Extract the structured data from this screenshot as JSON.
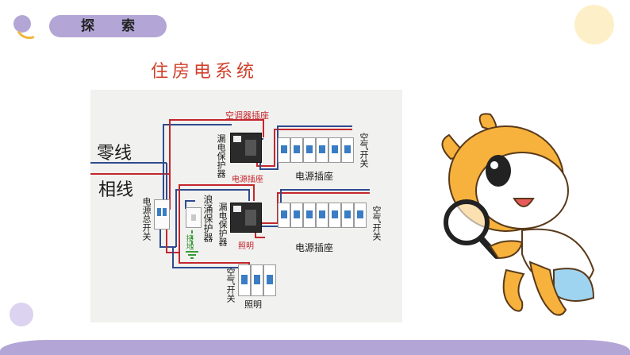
{
  "header": {
    "tag_label": "探 索"
  },
  "slide_title": "住房电系统",
  "diagram": {
    "zero_line": "零线",
    "phase_line": "相线",
    "main_switch": "电源总开关",
    "ac_socket_top": "空调器插座",
    "leakage_protector_top": "漏电保护器",
    "power_socket_label_top": "电源插座",
    "power_socket_small": "电源插座",
    "air_switch_top": "空气开关",
    "surge_protector": "浪涌保护器",
    "ground": "接地",
    "leakage_protector_mid": "漏电保护器",
    "lighting_mid": "照明",
    "air_switch_mid": "空气开关",
    "power_socket_mid": "电源插座",
    "air_switch_bottom": "空气开关",
    "lighting_bottom": "照明"
  },
  "colors": {
    "accent": "#b3a6d6",
    "title": "#d0402c",
    "wire_blue": "#2e4b8f",
    "wire_red": "#c4262c",
    "circle_yellow": "#fdf0c8"
  }
}
